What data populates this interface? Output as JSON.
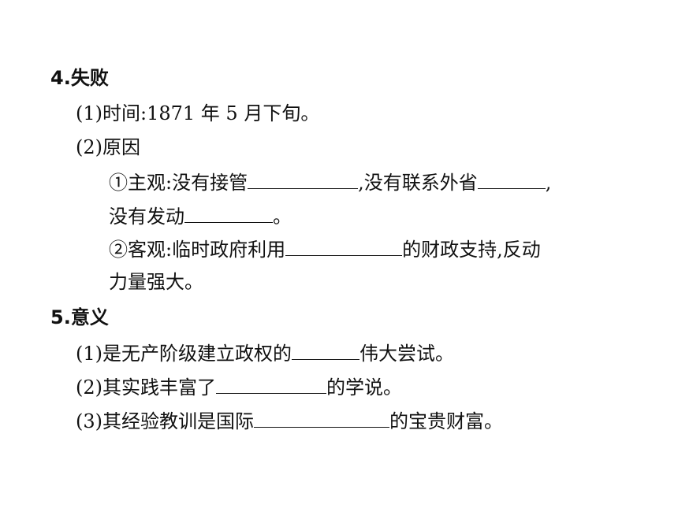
{
  "section4": {
    "heading": "4.失败",
    "item1": "(1)时间:1871 年 5 月下旬。",
    "item2": "(2)原因",
    "sub1_part1": "①主观:没有接管",
    "sub1_part2": ",没有联系外省",
    "sub1_part3": ",",
    "sub1_line2_part1": "没有发动",
    "sub1_line2_part2": "。",
    "sub2_part1": "②客观:临时政府利用",
    "sub2_part2": "的财政支持,反动",
    "sub2_line2": "力量强大。"
  },
  "section5": {
    "heading": "5.意义",
    "item1_part1": "(1)是无产阶级建立政权的",
    "item1_part2": "伟大尝试。",
    "item2_part1": "(2)其实践丰富了",
    "item2_part2": "的学说。",
    "item3_part1": "(3)其经验教训是国际",
    "item3_part2": "的宝贵财富。"
  }
}
